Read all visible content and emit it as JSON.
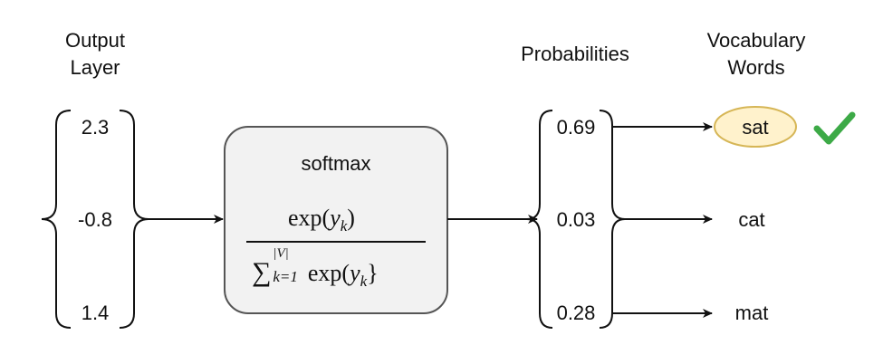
{
  "output_layer": {
    "title_line1": "Output",
    "title_line2": "Layer",
    "values": [
      "2.3",
      "-0.8",
      "1.4"
    ]
  },
  "softmax": {
    "title": "softmax",
    "numerator": {
      "func": "exp(",
      "var": "y",
      "sub": "k",
      "close": ")"
    },
    "denominator": {
      "sum": "∑",
      "sup": "|V|",
      "sub": "k=1",
      "func": "exp(",
      "var": "y",
      "vsub": "k",
      "close": "}"
    }
  },
  "probabilities": {
    "title": "Probabilities",
    "values": [
      "0.69",
      "0.03",
      "0.28"
    ]
  },
  "vocabulary": {
    "title_line1": "Vocabulary",
    "title_line2": "Words",
    "words": [
      "sat",
      "cat",
      "mat"
    ],
    "selected": "sat"
  },
  "colors": {
    "stroke": "#111111",
    "box_fill": "#f2f2f2",
    "box_stroke": "#555555",
    "highlight_fill": "#fff2cc",
    "highlight_stroke": "#d6b656",
    "check": "#3daa47"
  },
  "icons": {
    "check": "check-icon"
  }
}
